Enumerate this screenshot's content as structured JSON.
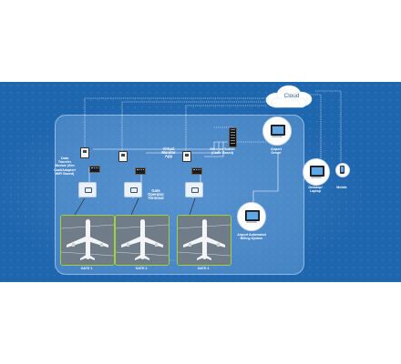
{
  "labels": {
    "cloud": "Cloud",
    "data_transfer_module": "Data\nTransfer\nModule (Sim\nCard/Adapter/\nWiFi Based)",
    "virtual_monitor_app": "Virtual\nMonitor\nApp",
    "ethernet_switch": "Ethernet Switch\n(Cable Based)",
    "airport_server": "Airport\nServer",
    "gate_operator_terminal": "Gate\nOperator\nTerminal",
    "desktop_laptop": "Desktop/\nLaptop",
    "mobile": "Mobile",
    "billing_system": "Airport Automated\nBilling System"
  },
  "gates": [
    {
      "label": "GATE 1"
    },
    {
      "label": "GATE 2"
    },
    {
      "label": "GATE 4"
    }
  ],
  "colors": {
    "background": "#1e66ae",
    "panel": "#78aae1",
    "gate_border": "#9fd33b",
    "wire": "#ffffff"
  },
  "icons": [
    "cloud-icon",
    "server-icon",
    "desktop-icon",
    "mobile-icon",
    "ethernet-switch-icon",
    "module-box-icon",
    "airplane-icon"
  ]
}
